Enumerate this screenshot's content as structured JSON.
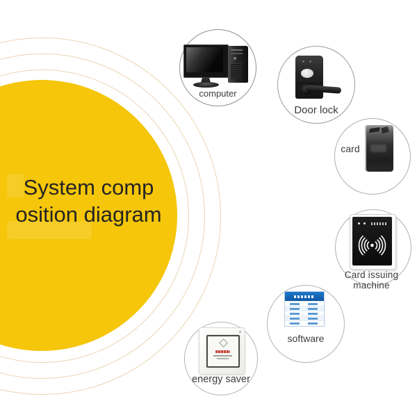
{
  "diagram": {
    "title_line1": "System comp",
    "title_line2": "osition diagram"
  },
  "nodes": {
    "computer": {
      "label": "computer"
    },
    "door_lock": {
      "label": "Door lock"
    },
    "card": {
      "label": "card"
    },
    "card_issuing_machine": {
      "label": "Card issuing machine"
    },
    "software": {
      "label": "software"
    },
    "energy_saver": {
      "label": "energy saver"
    }
  },
  "colors": {
    "main_circle_yellow": "#F5C609",
    "ring_outline": "#EBD5B4",
    "node_circle_border": "#A8A8A8",
    "label_text": "#3C3C3C",
    "title_text": "#242424",
    "software_header_blue": "#1668B8"
  }
}
